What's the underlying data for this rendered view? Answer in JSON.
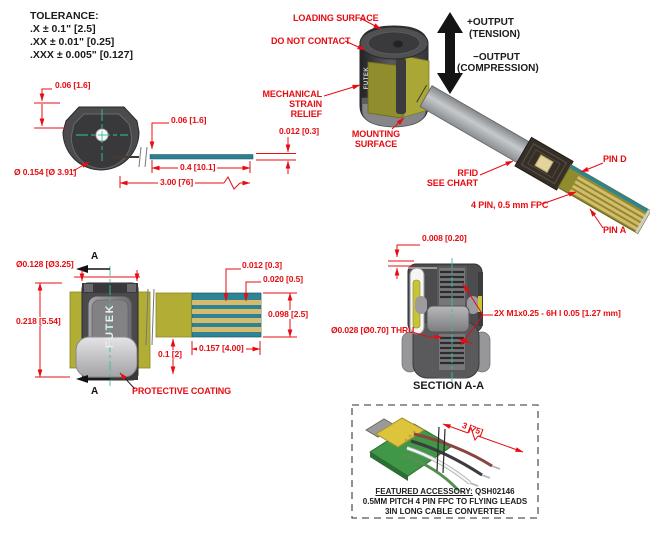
{
  "colors": {
    "dim_red": "#e60c12",
    "centerline_green": "#35c29e",
    "fpc_olive": "#8f8c2e",
    "trace_gold": "#d6bb6e",
    "fpc_teal": "#2e8395",
    "pcb_green": "#3f9747"
  },
  "tolerance": {
    "title": "TOLERANCE:",
    "line1": ".X ± 0.1\" [2.5]",
    "line2": ".XX ± 0.01\" [0.25]",
    "line3": ".XXX ± 0.005\" [0.127]"
  },
  "iso": {
    "loading_surface": "LOADING SURFACE",
    "do_not_contact": "DO NOT CONTACT",
    "strain1": "MECHANICAL",
    "strain2": "STRAIN",
    "strain3": "RELIEF",
    "mounting1": "MOUNTING",
    "mounting2": "SURFACE",
    "out_pos1": "+OUTPUT",
    "out_pos2": "(TENSION)",
    "out_neg1": "−OUTPUT",
    "out_neg2": "(COMPRESSION)",
    "rfid1": "RFID",
    "rfid2": "SEE CHART",
    "pin_d": "PIN D",
    "pin_a": "PIN A",
    "fpc": "4 PIN, 0.5 mm FPC"
  },
  "top_view": {
    "dim_flat": "0.06 [1.6]",
    "dim_hole": "Ø 0.154 [Ø 3.91]",
    "dim_offset": "0.06 [1.6]",
    "dim_thickness": "0.012 [0.3]",
    "dim_tail": "0.4 [10.1]",
    "dim_length": "3.00 [76]"
  },
  "side_view": {
    "dim_dia": "Ø0.128 [Ø3.25]",
    "dim_height": "0.218 [5.54]",
    "dim_trace": "0.012 [0.3]",
    "dim_gap": "0.020 [0.5]",
    "dim_stack": "0.098 [2.5]",
    "dim_tail": "0.157 [4.00]",
    "dim_coat": "0.1 [2]",
    "coating": "PROTECTIVE COATING",
    "section_a": "A"
  },
  "section": {
    "dim_lip": "0.008 [0.20]",
    "dim_thread": "2X M1x0.25 - 6H I 0.05 [1.27 mm]",
    "dim_thru": "Ø0.028 [Ø0.70] THRU",
    "title": "SECTION A-A"
  },
  "accessory": {
    "dim_len": "3 [75]",
    "title_label": "FEATURED ACCESSORY:",
    "title_value": " QSH02146",
    "line2": "0.5MM PITCH 4 PIN FPC TO FLYING LEADS",
    "line3": "3IN LONG CABLE CONVERTER"
  },
  "brand": "FUTEK"
}
